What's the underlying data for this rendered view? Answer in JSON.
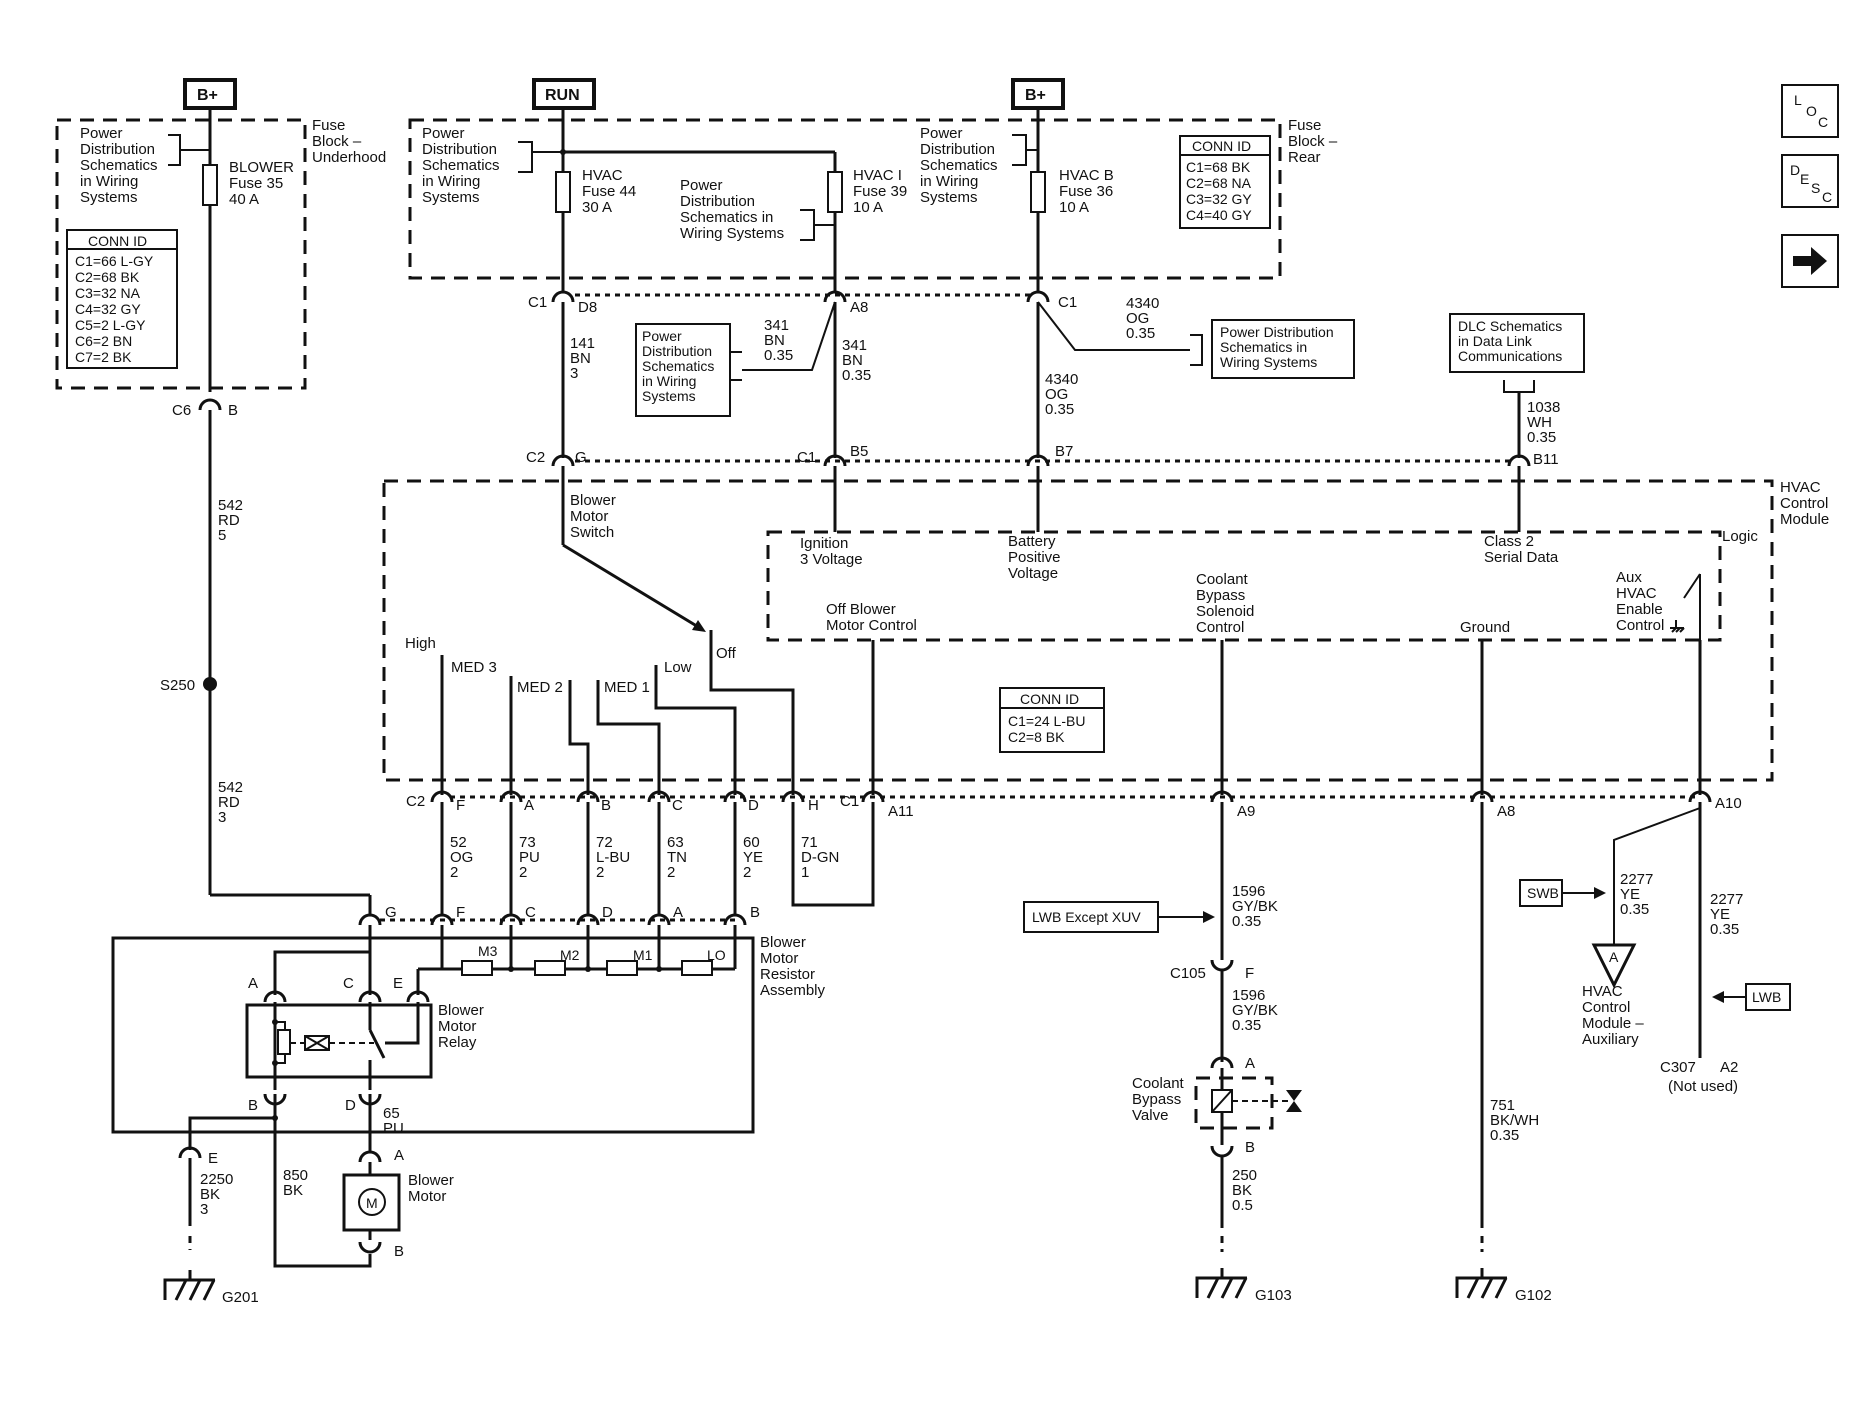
{
  "supply": {
    "bplus_left": "B+",
    "run": "RUN",
    "bplus_right": "B+"
  },
  "fuse_block_underhood": {
    "title": [
      "Fuse",
      "Block –",
      "Underhood"
    ],
    "power_ref": [
      "Power",
      "Distribution",
      "Schematics",
      "in Wiring",
      "Systems"
    ],
    "fuse": [
      "BLOWER",
      "Fuse 35",
      "40 A"
    ],
    "conn_id_title": "CONN ID",
    "conn_id": [
      "C1=66 L-GY",
      "C2=68 BK",
      "C3=32 NA",
      "C4=32 GY",
      "C5=2 L-GY",
      "C6=2 BN",
      "C7=2 BK"
    ]
  },
  "fuse_block_rear": {
    "title": [
      "Fuse",
      "Block –",
      "Rear"
    ],
    "power_ref_left": [
      "Power",
      "Distribution",
      "Schematics",
      "in Wiring",
      "Systems"
    ],
    "fuse_hvac": [
      "HVAC",
      "Fuse 44",
      "30 A"
    ],
    "power_ref_mid": [
      "Power",
      "Distribution",
      "Schematics in",
      "Wiring Systems"
    ],
    "fuse_hvac_i": [
      "HVAC I",
      "Fuse 39",
      "10 A"
    ],
    "power_ref_right": [
      "Power",
      "Distribution",
      "Schematics",
      "in Wiring",
      "Systems"
    ],
    "fuse_hvac_b": [
      "HVAC B",
      "Fuse 36",
      "10 A"
    ],
    "conn_id_title": "CONN ID",
    "conn_id": [
      "C1=68 BK",
      "C2=68 NA",
      "C3=32 GY",
      "C4=40 GY"
    ]
  },
  "side_buttons": {
    "loc": [
      "L",
      "O",
      "C"
    ],
    "desc": [
      "D",
      "E",
      "S",
      "C"
    ]
  },
  "connectors": {
    "c1": "C1",
    "d8": "D8",
    "a8": "A8",
    "c1b": "C1",
    "c6": "C6",
    "b": "B",
    "c2": "C2",
    "g": "G",
    "c1c": "C1",
    "b5": "B5",
    "b7": "B7",
    "b11": "B11",
    "c2f": "C2",
    "f": "F",
    "a": "A",
    "bb": "B",
    "c": "C",
    "d": "D",
    "h": "H",
    "c1d": "C1",
    "a11": "A11",
    "a9": "A9",
    "a8b": "A8",
    "a10": "A10",
    "s250": "S250",
    "c105": "C105",
    "f2": "F",
    "c307": "C307",
    "a2": "A2",
    "not_used": "(Not used)"
  },
  "wires": {
    "w141": [
      "141",
      "BN",
      "3"
    ],
    "w341a": [
      "341",
      "BN",
      "0.35"
    ],
    "w341b": [
      "341",
      "BN",
      "0.35"
    ],
    "w4340a": [
      "4340",
      "OG",
      "0.35"
    ],
    "w4340b": [
      "4340",
      "OG",
      "0.35"
    ],
    "w1038": [
      "1038",
      "WH",
      "0.35"
    ],
    "w542a": [
      "542",
      "RD",
      "5"
    ],
    "w542b": [
      "542",
      "RD",
      "3"
    ],
    "w52": [
      "52",
      "OG",
      "2"
    ],
    "w73": [
      "73",
      "PU",
      "2"
    ],
    "w72": [
      "72",
      "L-BU",
      "2"
    ],
    "w63": [
      "63",
      "TN",
      "2"
    ],
    "w60": [
      "60",
      "YE",
      "2"
    ],
    "w71": [
      "71",
      "D-GN",
      "1"
    ],
    "w1596a": [
      "1596",
      "GY/BK",
      "0.35"
    ],
    "w1596b": [
      "1596",
      "GY/BK",
      "0.35"
    ],
    "w2277a": [
      "2277",
      "YE",
      "0.35"
    ],
    "w2277b": [
      "2277",
      "YE",
      "0.35"
    ],
    "w65": [
      "65",
      "PU"
    ],
    "w850": [
      "850",
      "BK"
    ],
    "w2250": [
      "2250",
      "BK",
      "3"
    ],
    "w250": [
      "250",
      "BK",
      "0.5"
    ],
    "w751": [
      "751",
      "BK/WH",
      "0.35"
    ]
  },
  "refs": {
    "power_dist_a": [
      "Power",
      "Distribution",
      "Schematics",
      "in Wiring",
      "Systems"
    ],
    "power_dist_b": [
      "Power Distribution",
      "Schematics in",
      "Wiring Systems"
    ],
    "dlc": [
      "DLC Schematics",
      "in Data Link",
      "Communications"
    ],
    "lwb_except": "LWB Except XUV",
    "swb": "SWB",
    "lwb": "LWB"
  },
  "hvac_module": {
    "title": [
      "HVAC",
      "Control",
      "Module"
    ],
    "logic": "Logic",
    "ignition": [
      "Ignition",
      "3 Voltage"
    ],
    "battery": [
      "Battery",
      "Positive",
      "Voltage"
    ],
    "class2": [
      "Class 2",
      "Serial Data"
    ],
    "off_blower": [
      "Off Blower",
      "Motor Control"
    ],
    "coolant_ctrl": [
      "Coolant",
      "Bypass",
      "Solenoid",
      "Control"
    ],
    "ground": "Ground",
    "aux_enable": [
      "Aux",
      "HVAC",
      "Enable",
      "Control"
    ],
    "switch": [
      "Blower",
      "Motor",
      "Switch"
    ],
    "positions": {
      "high": "High",
      "med3": "MED 3",
      "med2": "MED 2",
      "med1": "MED 1",
      "low": "Low",
      "off": "Off"
    },
    "conn_id_title": "CONN ID",
    "conn_id": [
      "C1=24 L-BU",
      "C2=8 BK"
    ]
  },
  "resistor_assembly": {
    "title": [
      "Blower",
      "Motor",
      "Resistor",
      "Assembly"
    ],
    "resistors": [
      "M3",
      "M2",
      "M1",
      "LO"
    ],
    "relay": [
      "Blower",
      "Motor",
      "Relay"
    ],
    "pins": {
      "a": "A",
      "c": "C",
      "e": "E",
      "b": "B",
      "d": "D"
    }
  },
  "motor": {
    "symbol": "M",
    "label": [
      "Blower",
      "Motor"
    ],
    "a": "A",
    "b": "B",
    "e": "E"
  },
  "valve": {
    "label": [
      "Coolant",
      "Bypass",
      "Valve"
    ],
    "a": "A",
    "b": "B"
  },
  "aux_module": {
    "symbol": "A",
    "label": [
      "HVAC",
      "Control",
      "Module –",
      "Auxiliary"
    ]
  },
  "grounds": {
    "g201": "G201",
    "g103": "G103",
    "g102": "G102"
  }
}
